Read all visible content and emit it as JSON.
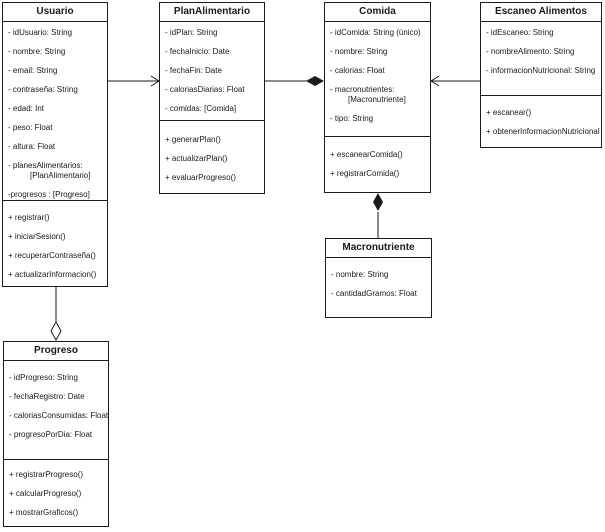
{
  "classes": {
    "usuario": {
      "title": "Usuario",
      "attributes": [
        "- idUsuario: String",
        "- nombre: String",
        "- email: String",
        "- contraseña: String",
        "- edad: Int",
        "- peso: Float",
        "- altura: Float",
        "- planesAlimentarios:",
        "[PlanAlimentario]",
        "-progresos : [Progreso]"
      ],
      "methods": [
        "+ registrar()",
        "+ iniciarSesion()",
        "+ recuperarContraseña()",
        "+ actualizarInformacion()"
      ]
    },
    "plan": {
      "title": "PlanAlimentario",
      "attributes": [
        "- idPlan: String",
        "- fechaInicio: Date",
        "- fechaFin: Date",
        "- caloriasDiarias: Float",
        "- comidas: [Comida]"
      ],
      "methods": [
        "+ generarPlan()",
        "+ actualizarPlan()",
        "+ evaluarProgreso()"
      ]
    },
    "comida": {
      "title": "Comida",
      "attributes": [
        "- idComida: String (único)",
        "- nombre: String",
        "- calorias: Float",
        "- macronutrientes:",
        "[Macronutriente]",
        "- tipo: String"
      ],
      "methods": [
        "+ escanearComida()",
        "+ registrarComida()"
      ]
    },
    "escaneo": {
      "title": "Escaneo Alimentos",
      "attributes": [
        "- idEscaneo: String",
        "- nombreAlimento: String",
        "- informacionNutricional: String"
      ],
      "methods": [
        "+ escanear()",
        "+ obtenerInformacionNutricional"
      ]
    },
    "macro": {
      "title": "Macronutriente",
      "attributes": [
        "- nombre: String",
        "- cantidadGramos: Float"
      ],
      "methods": []
    },
    "progreso": {
      "title": "Progreso",
      "attributes": [
        "- idProgreso: String",
        "- fechaRegistro: Date",
        "- caloriasConsumidas: Float",
        "- progresoPorDia: Float"
      ],
      "methods": [
        "+ registrarProgreso()",
        "+ calcularProgreso()",
        "+ mostrarGraficos()"
      ]
    }
  }
}
